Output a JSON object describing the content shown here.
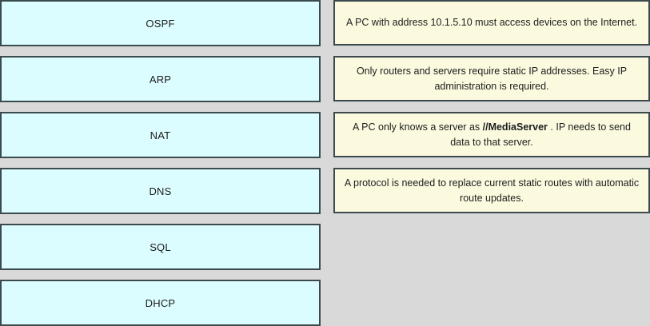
{
  "colors": {
    "background": "#d9d9d9",
    "term_fill": "#dcfdff",
    "scenario_fill": "#fbfadf",
    "border": "#3b4a4d",
    "text": "#1d1d1d"
  },
  "terms": {
    "items": [
      {
        "label": "OSPF"
      },
      {
        "label": "ARP"
      },
      {
        "label": "NAT"
      },
      {
        "label": "DNS"
      },
      {
        "label": "SQL"
      },
      {
        "label": "DHCP"
      }
    ]
  },
  "scenarios": {
    "items": [
      {
        "text_before": "A PC with address 10.1.5.10 must access devices on the Internet.",
        "emphasis": "",
        "text_after": ""
      },
      {
        "text_before": "Only routers and servers require static IP addresses. Easy IP administration is required.",
        "emphasis": "",
        "text_after": ""
      },
      {
        "text_before": "A PC only knows a server as ",
        "emphasis": "//MediaServer",
        "text_after": " . IP needs to send data to that server."
      },
      {
        "text_before": "A protocol is needed to replace current static routes with automatic route updates.",
        "emphasis": "",
        "text_after": ""
      }
    ]
  }
}
